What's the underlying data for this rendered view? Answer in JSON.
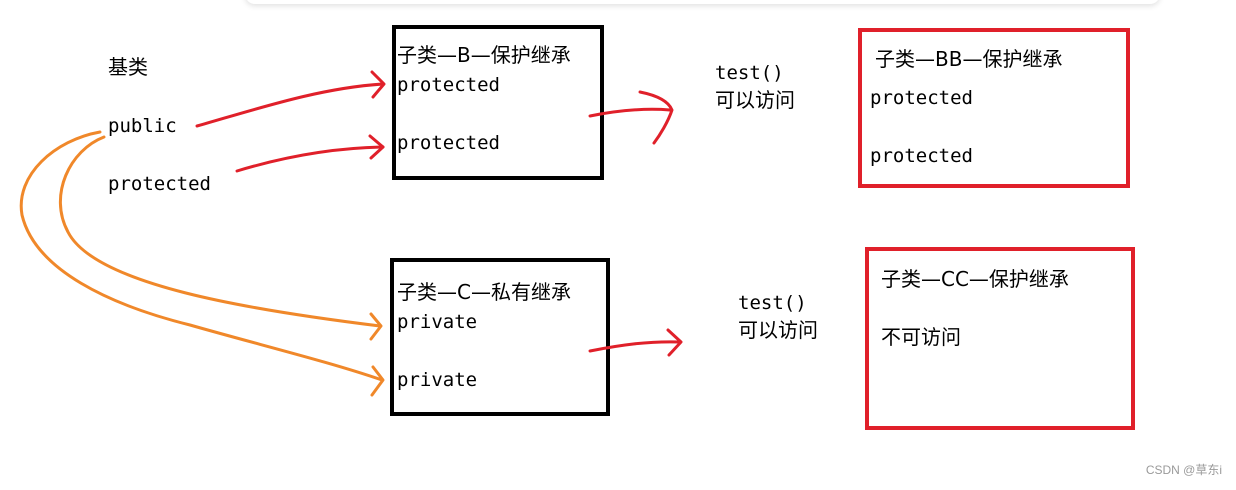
{
  "base": {
    "title": "基类",
    "public": "public",
    "protected": "protected"
  },
  "box_b": {
    "title": "子类—B—保护继承",
    "line1": "protected",
    "line2": "protected"
  },
  "box_c": {
    "title": "子类—C—私有继承",
    "line1": "private",
    "line2": "private"
  },
  "box_bb": {
    "title": "子类—BB—保护继承",
    "line1": "protected",
    "line2": "protected"
  },
  "box_cc": {
    "title": "子类—CC—保护继承",
    "line1": "不可访问"
  },
  "note_b": {
    "func": "test()",
    "text": "可以访问"
  },
  "note_c": {
    "func": "test()",
    "text": "可以访问"
  },
  "watermark": "CSDN @草东i",
  "colors": {
    "red_arrow": "#e0202a",
    "orange_arrow": "#f0882a",
    "black_box": "#000000",
    "red_box": "#e0202a"
  }
}
